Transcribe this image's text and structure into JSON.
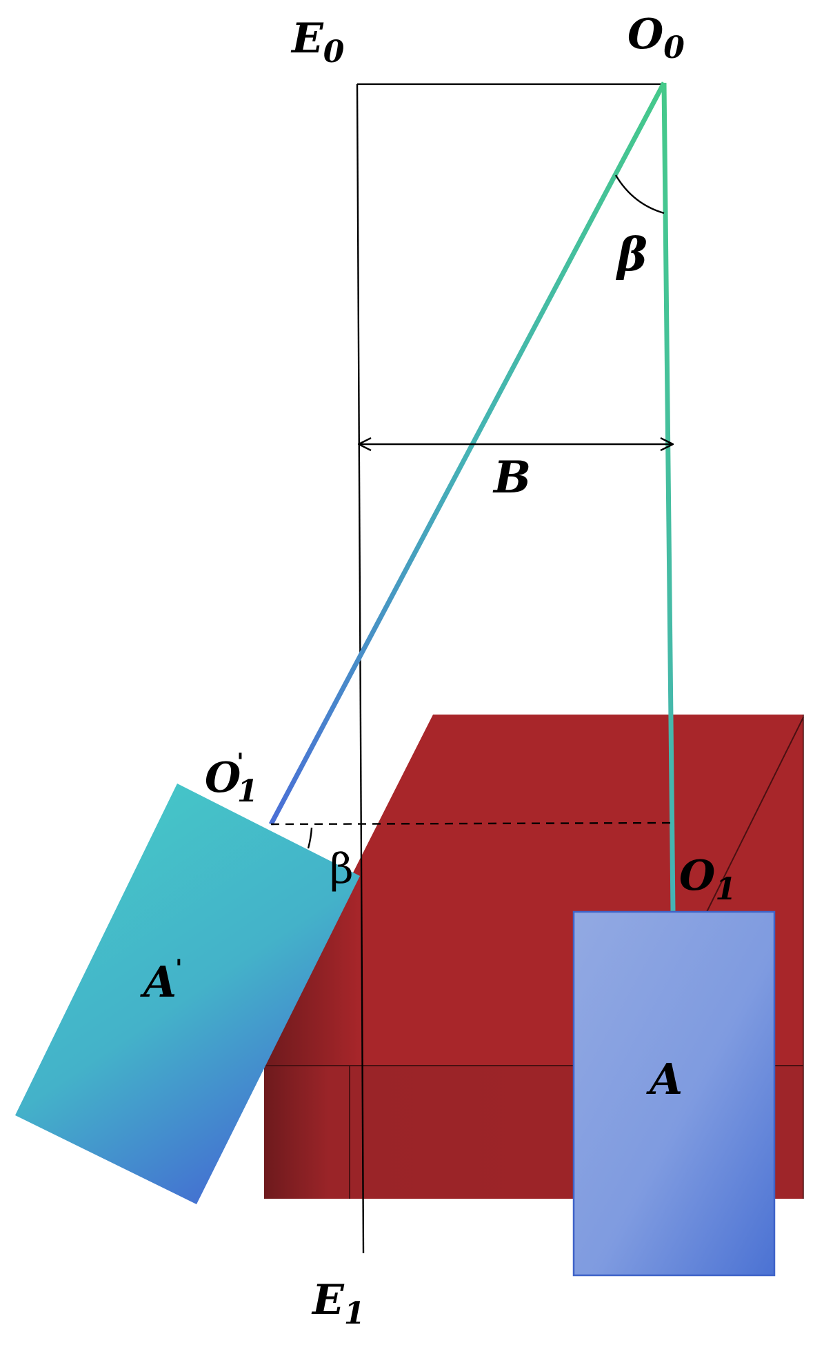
{
  "labels": {
    "e0": {
      "main": "E",
      "sub": "0"
    },
    "o0": {
      "main": "O",
      "sub": "0"
    },
    "beta_top": "β",
    "b": "B",
    "o1_prime": {
      "main": "O",
      "sub": "1",
      "sup": "'"
    },
    "beta_bottom": "β",
    "o1": {
      "main": "O",
      "sub": "1"
    },
    "a_prime": {
      "main": "A",
      "sup": "'"
    },
    "a": "A",
    "e1": {
      "main": "E",
      "sub": "1"
    }
  },
  "colors": {
    "table_red": "#a8262a",
    "table_dark": "#6e1a1d",
    "box_a_light": "#92a9e2",
    "box_a_dark": "#4b72d3",
    "box_a_prime_light": "#46cdc8",
    "box_a_prime_dark": "#4471d1",
    "rope_green": "#45c98a",
    "rope_teal": "#45b3b5",
    "rope_blue": "#4a6fd6",
    "line": "#000000"
  }
}
